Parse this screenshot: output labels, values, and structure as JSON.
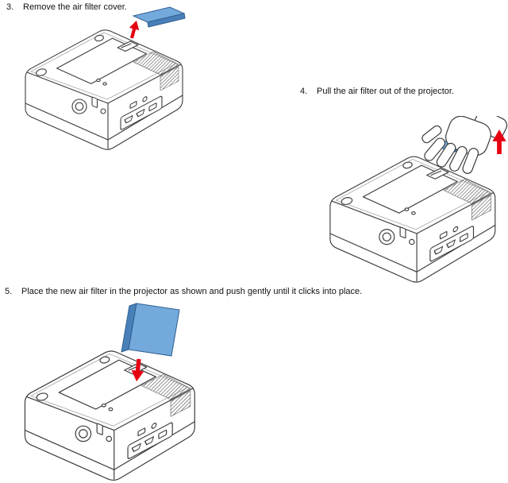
{
  "document": {
    "steps": [
      {
        "number": "3.",
        "text": "Remove the air filter cover."
      },
      {
        "number": "4.",
        "text": "Pull the air filter out of the projector."
      },
      {
        "number": "5.",
        "text": "Place the new air filter in the projector as shown and push gently until it clicks into place."
      }
    ],
    "figures": [
      {
        "name": "projector-with-air-filter-cover-removed"
      },
      {
        "name": "hand-pulling-air-filter-from-projector"
      },
      {
        "name": "new-air-filter-inserted-into-projector"
      }
    ],
    "colors": {
      "filter_face": "#74a9dc",
      "filter_side": "#4a80b8",
      "filter_edge": "#2f5f93",
      "arrow_red": "#e60012"
    }
  }
}
